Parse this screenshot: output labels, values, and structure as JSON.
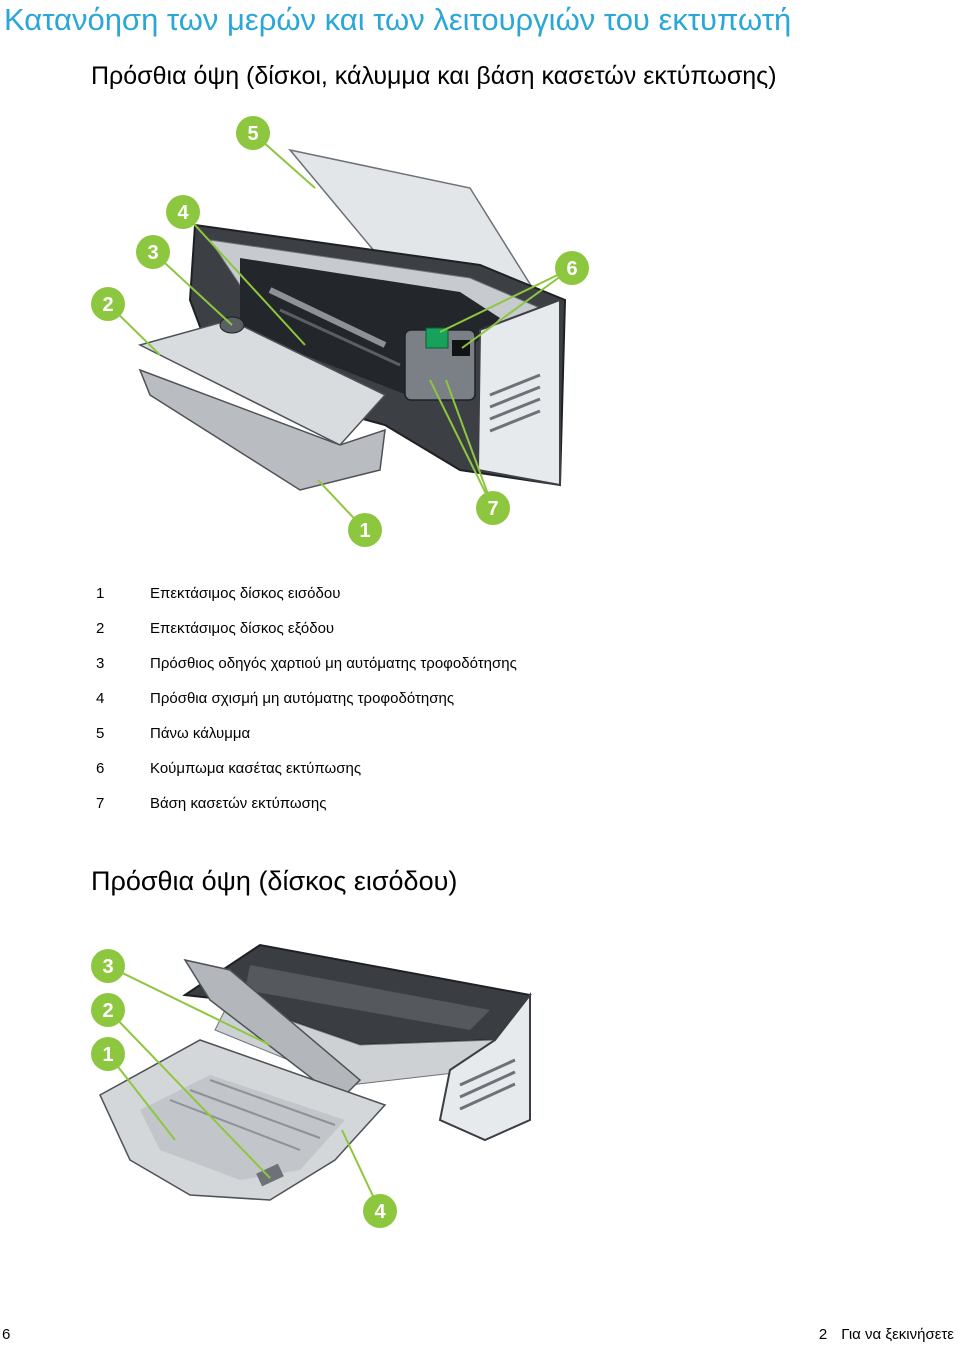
{
  "page": {
    "main_title": "Κατανόηση των μερών και των λειτουργιών του εκτυπωτή",
    "accent_color": "#2aa7d8",
    "callout_color": "#8dc63f"
  },
  "section1": {
    "title": "Πρόσθια όψη (δίσκοι, κάλυμμα και βάση κασετών εκτύπωσης)",
    "callouts": [
      "5",
      "4",
      "3",
      "6",
      "2",
      "1",
      "7"
    ],
    "legend": [
      {
        "num": "1",
        "text": "Επεκτάσιμος δίσκος εισόδου"
      },
      {
        "num": "2",
        "text": "Επεκτάσιμος δίσκος εξόδου"
      },
      {
        "num": "3",
        "text": "Πρόσθιος οδηγός χαρτιού μη αυτόματης τροφοδότησης"
      },
      {
        "num": "4",
        "text": "Πρόσθια σχισμή μη αυτόματης τροφοδότησης"
      },
      {
        "num": "5",
        "text": "Πάνω κάλυμμα"
      },
      {
        "num": "6",
        "text": "Κούμπωμα κασέτας εκτύπωσης"
      },
      {
        "num": "7",
        "text": "Βάση κασετών εκτύπωσης"
      }
    ]
  },
  "section2": {
    "title": "Πρόσθια όψη (δίσκος εισόδου)",
    "callouts": [
      "3",
      "2",
      "1",
      "4"
    ]
  },
  "footer": {
    "page_number": "6",
    "chapter_number": "2",
    "chapter_title": "Για να ξεκινήσετε"
  }
}
